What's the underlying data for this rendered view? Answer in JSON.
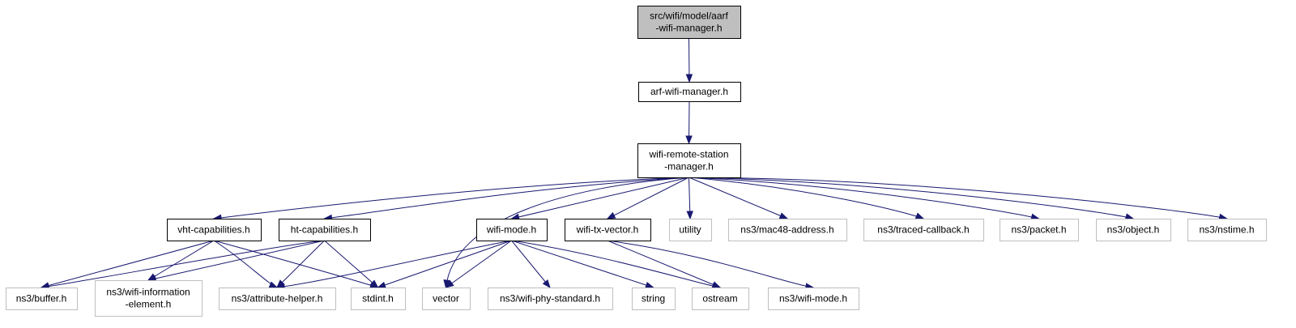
{
  "colors": {
    "edge": "#191970",
    "root_fill": "#bfbfbf",
    "project_border": "#000000",
    "external_border": "#bfbfbf",
    "text": "#000000"
  },
  "nodes": {
    "root": {
      "lines": [
        "src/wifi/model/aarf",
        "-wifi-manager.h"
      ],
      "kind": "root"
    },
    "arf": {
      "lines": [
        "arf-wifi-manager.h"
      ],
      "kind": "project"
    },
    "wrsm": {
      "lines": [
        "wifi-remote-station",
        "-manager.h"
      ],
      "kind": "project"
    },
    "vht": {
      "lines": [
        "vht-capabilities.h"
      ],
      "kind": "project"
    },
    "ht": {
      "lines": [
        "ht-capabilities.h"
      ],
      "kind": "project"
    },
    "wmode": {
      "lines": [
        "wifi-mode.h"
      ],
      "kind": "project"
    },
    "wtx": {
      "lines": [
        "wifi-tx-vector.h"
      ],
      "kind": "project"
    },
    "utility": {
      "lines": [
        "utility"
      ],
      "kind": "external"
    },
    "mac48": {
      "lines": [
        "ns3/mac48-address.h"
      ],
      "kind": "external"
    },
    "traced": {
      "lines": [
        "ns3/traced-callback.h"
      ],
      "kind": "external"
    },
    "packet": {
      "lines": [
        "ns3/packet.h"
      ],
      "kind": "external"
    },
    "object": {
      "lines": [
        "ns3/object.h"
      ],
      "kind": "external"
    },
    "nstime": {
      "lines": [
        "ns3/nstime.h"
      ],
      "kind": "external"
    },
    "buffer": {
      "lines": [
        "ns3/buffer.h"
      ],
      "kind": "external"
    },
    "wie": {
      "lines": [
        "ns3/wifi-information",
        "-element.h"
      ],
      "kind": "external"
    },
    "attr": {
      "lines": [
        "ns3/attribute-helper.h"
      ],
      "kind": "external"
    },
    "stdint": {
      "lines": [
        "stdint.h"
      ],
      "kind": "external"
    },
    "vector": {
      "lines": [
        "vector"
      ],
      "kind": "external"
    },
    "wps": {
      "lines": [
        "ns3/wifi-phy-standard.h"
      ],
      "kind": "external"
    },
    "string": {
      "lines": [
        "string"
      ],
      "kind": "external"
    },
    "ostream": {
      "lines": [
        "ostream"
      ],
      "kind": "external"
    },
    "nswmode": {
      "lines": [
        "ns3/wifi-mode.h"
      ],
      "kind": "external"
    }
  },
  "edges": [
    [
      "root",
      "arf"
    ],
    [
      "arf",
      "wrsm"
    ],
    [
      "wrsm",
      "vht"
    ],
    [
      "wrsm",
      "ht"
    ],
    [
      "wrsm",
      "vector"
    ],
    [
      "wrsm",
      "wmode"
    ],
    [
      "wrsm",
      "wtx"
    ],
    [
      "wrsm",
      "utility"
    ],
    [
      "wrsm",
      "mac48"
    ],
    [
      "wrsm",
      "traced"
    ],
    [
      "wrsm",
      "packet"
    ],
    [
      "wrsm",
      "object"
    ],
    [
      "wrsm",
      "nstime"
    ],
    [
      "vht",
      "buffer"
    ],
    [
      "vht",
      "wie"
    ],
    [
      "vht",
      "attr"
    ],
    [
      "vht",
      "stdint"
    ],
    [
      "ht",
      "buffer"
    ],
    [
      "ht",
      "wie"
    ],
    [
      "ht",
      "attr"
    ],
    [
      "ht",
      "stdint"
    ],
    [
      "wmode",
      "attr"
    ],
    [
      "wmode",
      "stdint"
    ],
    [
      "wmode",
      "vector"
    ],
    [
      "wmode",
      "wps"
    ],
    [
      "wmode",
      "string"
    ],
    [
      "wmode",
      "ostream"
    ],
    [
      "wtx",
      "ostream"
    ],
    [
      "wtx",
      "nswmode"
    ]
  ]
}
